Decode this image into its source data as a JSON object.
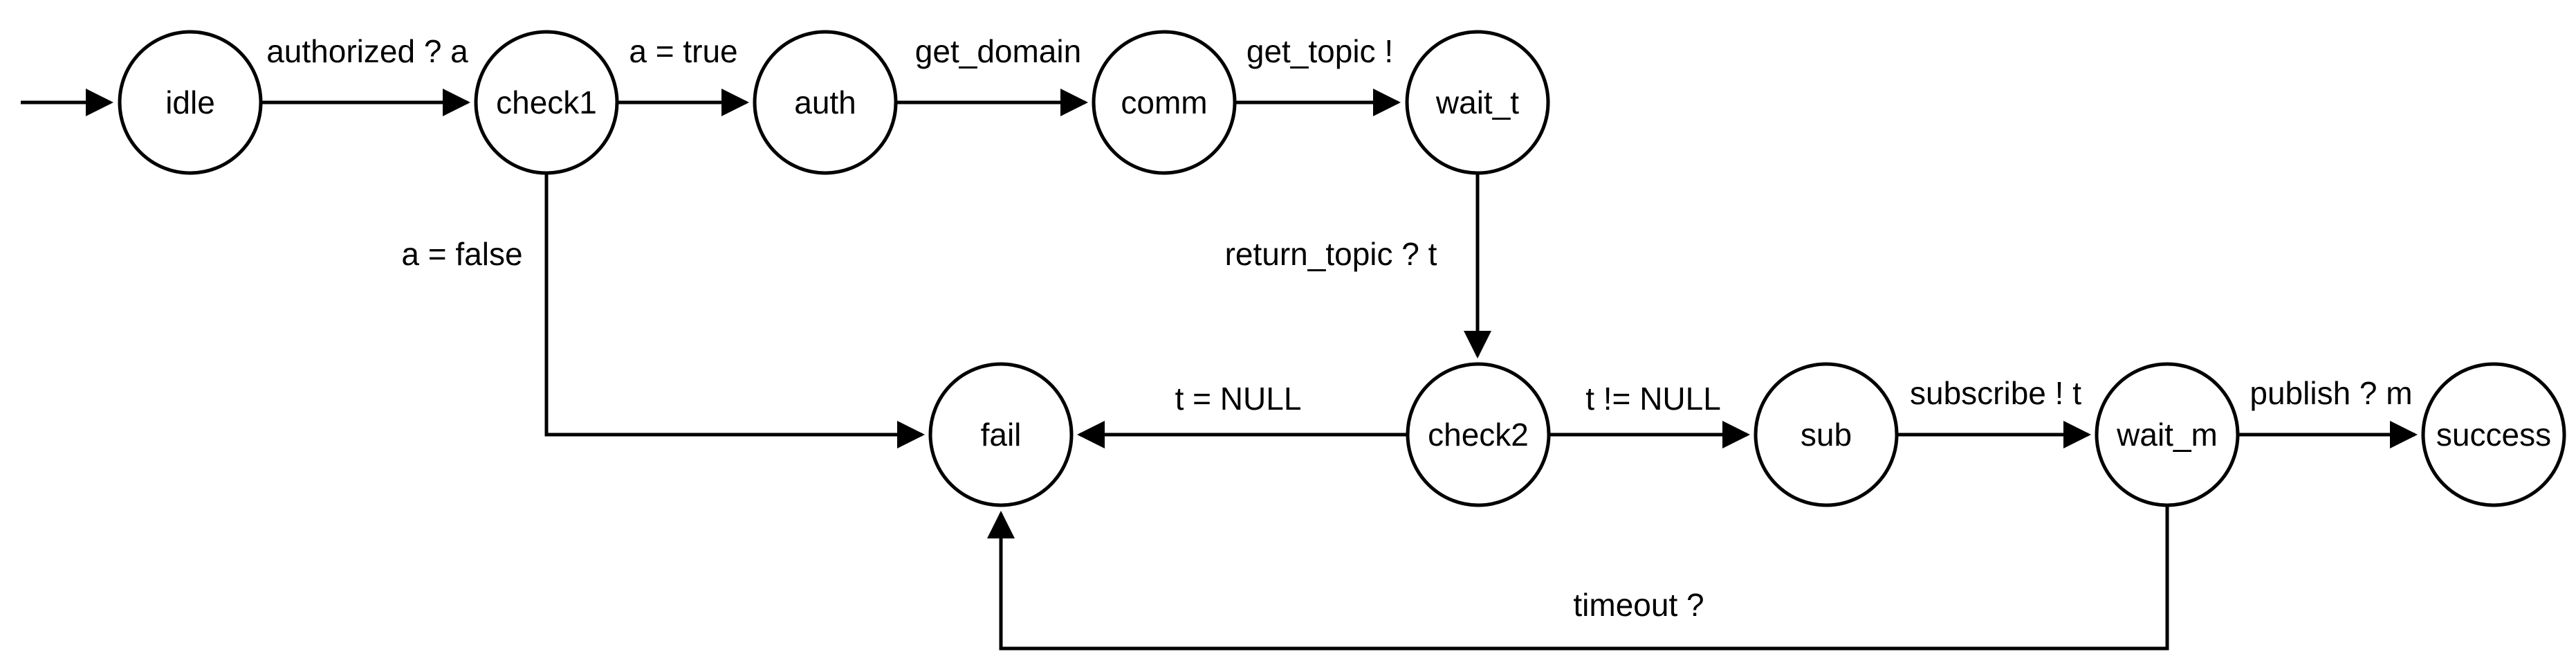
{
  "diagram": {
    "type": "state-machine",
    "background_color": "#ffffff",
    "stroke_color": "#000000",
    "states": [
      {
        "id": "idle",
        "label": "idle"
      },
      {
        "id": "check1",
        "label": "check1"
      },
      {
        "id": "auth",
        "label": "auth"
      },
      {
        "id": "comm",
        "label": "comm"
      },
      {
        "id": "wait_t",
        "label": "wait_t"
      },
      {
        "id": "fail",
        "label": "fail"
      },
      {
        "id": "check2",
        "label": "check2"
      },
      {
        "id": "sub",
        "label": "sub"
      },
      {
        "id": "wait_m",
        "label": "wait_m"
      },
      {
        "id": "success",
        "label": "success"
      }
    ],
    "transitions": [
      {
        "from": "start",
        "to": "idle",
        "label": ""
      },
      {
        "from": "idle",
        "to": "check1",
        "label": "authorized ? a"
      },
      {
        "from": "check1",
        "to": "auth",
        "label": "a = true"
      },
      {
        "from": "auth",
        "to": "comm",
        "label": "get_domain"
      },
      {
        "from": "comm",
        "to": "wait_t",
        "label": "get_topic !"
      },
      {
        "from": "wait_t",
        "to": "check2",
        "label": "return_topic ? t"
      },
      {
        "from": "check1",
        "to": "fail",
        "label": "a = false"
      },
      {
        "from": "check2",
        "to": "fail",
        "label": "t = NULL"
      },
      {
        "from": "check2",
        "to": "sub",
        "label": "t != NULL"
      },
      {
        "from": "sub",
        "to": "wait_m",
        "label": "subscribe ! t"
      },
      {
        "from": "wait_m",
        "to": "success",
        "label": "publish ? m"
      },
      {
        "from": "wait_m",
        "to": "fail",
        "label": "timeout ?"
      }
    ]
  }
}
